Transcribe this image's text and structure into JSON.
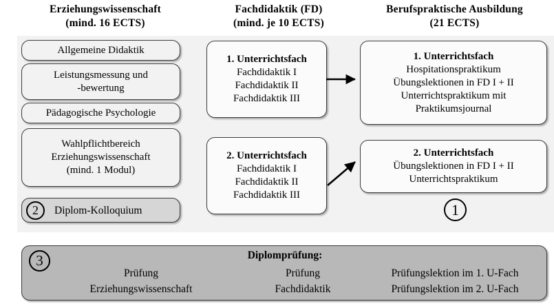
{
  "headers": [
    {
      "id": "ew",
      "line1": "Erziehungswissenschaft",
      "line2": "(mind. 16 ECTS)"
    },
    {
      "id": "fd",
      "line1": "Fachdidaktik (FD)",
      "line2": "(mind. je 10 ECTS)"
    },
    {
      "id": "bp",
      "line1": "Berufspraktische Ausbildung",
      "line2": "(21 ECTS)"
    }
  ],
  "left_column": {
    "nodes": [
      {
        "id": "allgemeine-didaktik",
        "lines": [
          "Allgemeine Didaktik"
        ]
      },
      {
        "id": "leistungsmessung",
        "lines": [
          "Leistungsmessung und",
          "-bewertung"
        ]
      },
      {
        "id": "paedagogische-psychologie",
        "lines": [
          "Pädagogische Psychologie"
        ]
      },
      {
        "id": "wahlpflichtbereich",
        "lines": [
          "Wahlpflichtbereich",
          "Erziehungswissenschaft",
          "(mind. 1 Modul)"
        ]
      }
    ],
    "kolloquium": {
      "marker": "2",
      "label": "Diplom-Kolloquium"
    }
  },
  "middle_column": {
    "nodes": [
      {
        "id": "fach-1",
        "title": "1. Unterrichtsfach",
        "lines": [
          "Fachdidaktik I",
          "Fachdidaktik II",
          "Fachdidaktik III"
        ]
      },
      {
        "id": "fach-2",
        "title": "2. Unterrichtsfach",
        "lines": [
          "Fachdidaktik I",
          "Fachdidaktik II",
          "Fachdidaktik III"
        ]
      }
    ]
  },
  "right_column": {
    "nodes": [
      {
        "id": "praxis-1",
        "title": "1. Unterrichtsfach",
        "lines": [
          "Hospitationspraktikum",
          "Übungslektionen in FD I + II",
          "Unterrichtspraktikum mit",
          "Praktikumsjournal"
        ]
      },
      {
        "id": "praxis-2",
        "title": "2. Unterrichtsfach",
        "lines": [
          "Übungslektionen in FD I + II",
          "Unterrichtspraktikum"
        ]
      }
    ],
    "marker": "1"
  },
  "bottom_bar": {
    "marker": "3",
    "title": "Diplomprüfung:",
    "columns": [
      {
        "id": "pruefung-ew",
        "lines": [
          "Prüfung",
          "Erziehungswissenschaft"
        ]
      },
      {
        "id": "pruefung-fd",
        "lines": [
          "Prüfung",
          "Fachdidaktik"
        ]
      },
      {
        "id": "pruefungslektionen",
        "lines": [
          "Prüfungslektion im 1. U-Fach",
          "Prüfungslektion im 2. U-Fach"
        ]
      }
    ]
  },
  "colors": {
    "panel_bg": "#f2f2f2",
    "node_border": "#3b3b3b",
    "kolloquium_bg": "#d6d6d6",
    "exam_bar_bg": "#b8b8b8",
    "text": "#000000"
  }
}
